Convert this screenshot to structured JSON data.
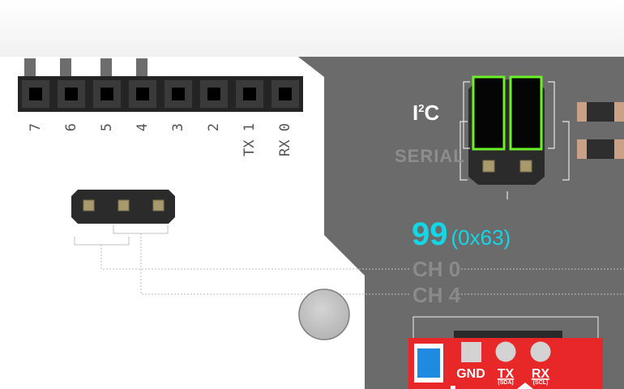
{
  "header_pins": [
    "7",
    "6",
    "5",
    "4",
    "3",
    "2",
    "TX 1",
    "RX 0"
  ],
  "mode_selector": {
    "i2c_label_main": "I",
    "i2c_label_sup": "2",
    "i2c_label_end": "C",
    "serial_label": "SERIAL",
    "selected": "I2C"
  },
  "address": {
    "decimal": "99",
    "hex": "(0x63)"
  },
  "channels": [
    "CH 0",
    "CH 4"
  ],
  "module": {
    "pins": [
      {
        "name": "GND",
        "sub": ""
      },
      {
        "name": "TX",
        "sub": "(SDA)"
      },
      {
        "name": "RX",
        "sub": "(SCL)"
      }
    ]
  },
  "colors": {
    "board": "#6b6b6b",
    "accent_cyan": "#16d6e6",
    "jumper_highlight": "#6cf026",
    "module_red": "#e82828",
    "led_blue": "#1f8be0"
  }
}
